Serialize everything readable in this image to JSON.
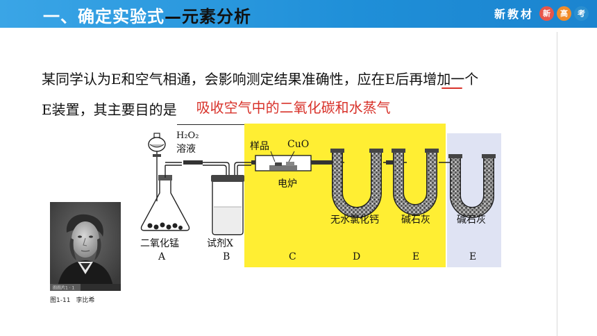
{
  "header": {
    "title_part1": "一、确定实验式",
    "title_part2": "—元素分析",
    "brand_text": "新教材",
    "brand_badges": [
      "新",
      "高",
      "考"
    ],
    "brand_colors": [
      "#e8564a",
      "#f08c2a",
      "#2b8fd0"
    ]
  },
  "question": {
    "line1": "某同学认为E和空气相通，会影响测定结果准确性，应在E后再增加一个",
    "line2_prefix": "E装置，其主要目的是",
    "answer": "吸收空气中的二氧化碳和水蒸气",
    "answer_color": "#d8322a"
  },
  "figure": {
    "caption_num": "图1-11",
    "caption_name": "李比希",
    "toolbar_label": "图图片1  ·  1"
  },
  "apparatus": {
    "h2o2_label": "H₂O₂",
    "solution_label": "溶液",
    "sample_label": "样品",
    "cuo_label": "CuO",
    "furnace_label": "电炉",
    "reagent_a": "二氧化锰",
    "reagent_b": "试剂X",
    "reagent_d": "无水氯化钙",
    "reagent_e": "碱石灰",
    "reagent_e2": "碱石灰",
    "letters": [
      "A",
      "B",
      "C",
      "D",
      "E",
      "E"
    ],
    "highlight_yellow": "#ffee33",
    "highlight_blue": "#dfe3f3"
  }
}
